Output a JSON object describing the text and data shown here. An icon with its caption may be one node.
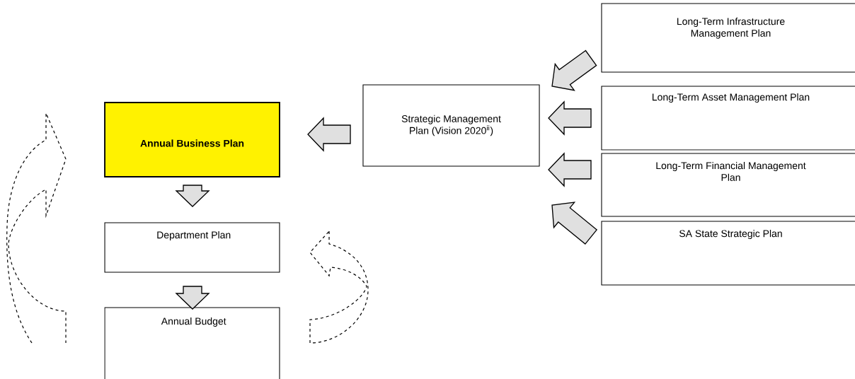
{
  "diagram": {
    "nodes": [
      {
        "text": [
          "Long-Term Infrastructure Management Plan"
        ]
      },
      {
        "text": [
          "Annual Business Plan"
        ]
      },
      {
        "text": [
          "Strategic Management Plan (Vision 2020$^{ii}$)"
        ]
      },
      {
        "text": [
          "Long-Term Asset Management Plan"
        ]
      },
      {
        "text": [
          "Long-Term Financial Management Plan"
        ]
      },
      {
        "text": [
          "Department Plan"
        ]
      },
      {
        "text": [
          "SA State Strategic Plan"
        ]
      },
      {
        "text": [
          "Annual Budget"
        ]
      }
    ],
    "edges": [
      {
        "from": 0,
        "to": 2,
        "arrow": "to"
      },
      {
        "from": 3,
        "to": 2,
        "arrow": "to"
      },
      {
        "from": 4,
        "to": 2,
        "arrow": "to"
      },
      {
        "from": 6,
        "to": 2,
        "arrow": "to"
      },
      {
        "from": 2,
        "to": 1,
        "arrow": "to"
      },
      {
        "from": 1,
        "to": 5,
        "arrow": "to"
      },
      {
        "from": 5,
        "to": 7,
        "arrow": "to"
      }
    ]
  }
}
